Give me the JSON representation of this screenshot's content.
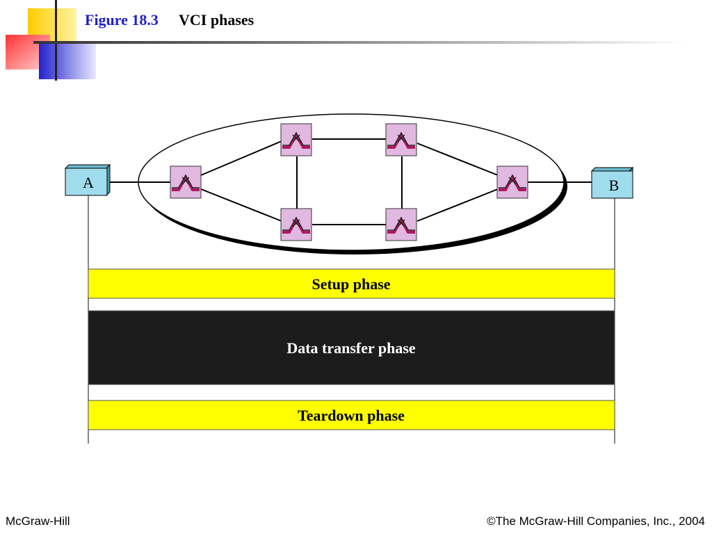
{
  "header": {
    "figure_label": "Figure 18.3",
    "figure_title": "VCI phases"
  },
  "endpoints": {
    "a_label": "A",
    "b_label": "B"
  },
  "phases": {
    "setup": "Setup phase",
    "data_transfer": "Data transfer phase",
    "teardown": "Teardown phase"
  },
  "colors": {
    "phase_highlight": "#ffff00",
    "data_phase_bg": "#1c1c1c",
    "switch_fill": "#e0b8e0",
    "endpoint_fill": "#9fdcec",
    "title_blue": "#1f1fd0"
  },
  "footer": {
    "publisher": "McGraw-Hill",
    "copyright": "©The McGraw-Hill Companies, Inc., 2004"
  }
}
